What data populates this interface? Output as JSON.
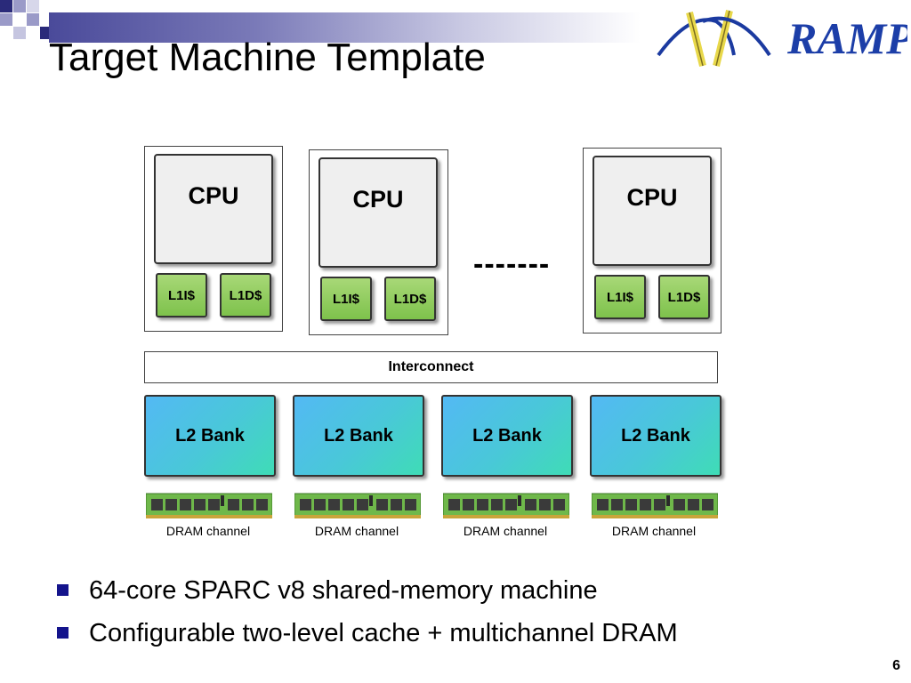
{
  "slide": {
    "title": "Target Machine Template",
    "logo_text": "RAMP",
    "page_number": "6"
  },
  "diagram": {
    "cpu_groups": [
      {
        "cpu": "CPU",
        "l1i": "L1I$",
        "l1d": "L1D$"
      },
      {
        "cpu": "CPU",
        "l1i": "L1I$",
        "l1d": "L1D$"
      },
      {
        "cpu": "CPU",
        "l1i": "L1I$",
        "l1d": "L1D$"
      }
    ],
    "ellipsis": "-------",
    "interconnect": "Interconnect",
    "l2_banks": [
      "L2 Bank",
      "L2 Bank",
      "L2 Bank",
      "L2 Bank"
    ],
    "dram_channels": [
      "DRAM channel",
      "DRAM channel",
      "DRAM channel",
      "DRAM channel"
    ]
  },
  "bullets": [
    "64-core SPARC v8 shared-memory machine",
    "Configurable two-level cache + multichannel DRAM"
  ],
  "colors": {
    "accent": "#14148c",
    "cache_green": "#8ccc5a",
    "l2_blue": "#4fc0e6"
  }
}
